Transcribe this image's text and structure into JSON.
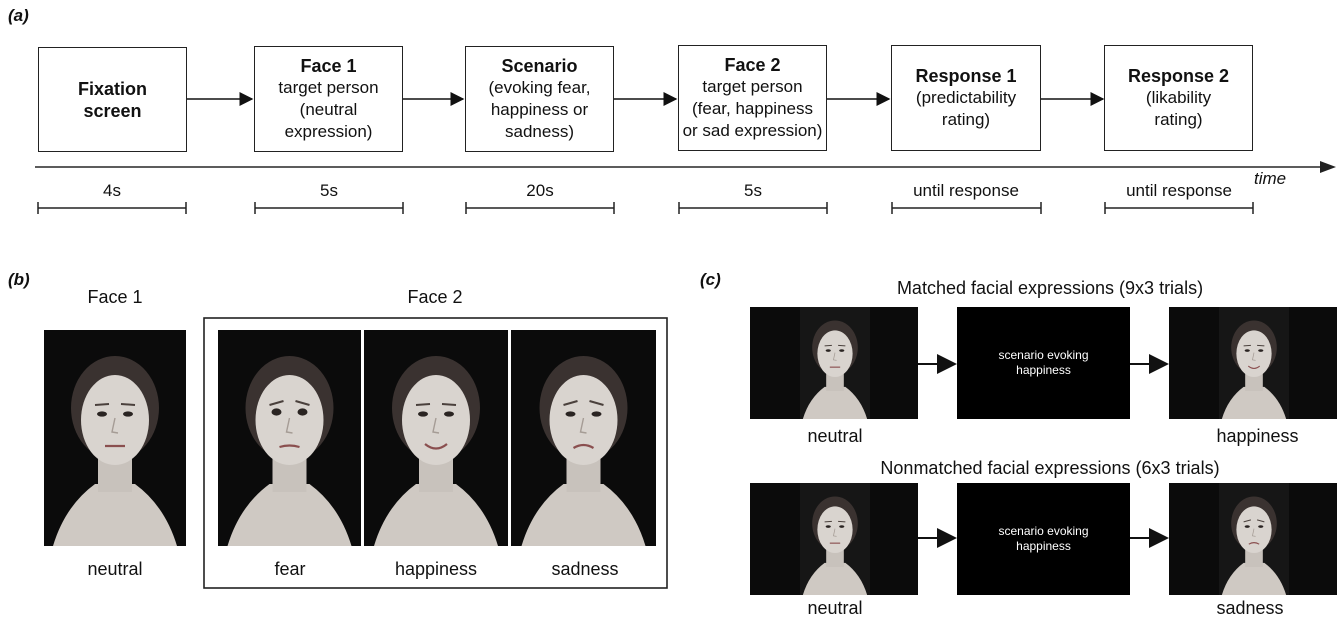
{
  "panel_a": {
    "label": "(a)",
    "steps": [
      {
        "title": "Fixation\nscreen",
        "desc": "",
        "duration": "4s"
      },
      {
        "title": "Face 1",
        "desc": "target person\n(neutral\nexpression)",
        "duration": "5s"
      },
      {
        "title": "Scenario",
        "desc": "(evoking fear,\nhappiness or\nsadness)",
        "duration": "20s"
      },
      {
        "title": "Face 2",
        "desc": "target person\n(fear, happiness\nor sad expression)",
        "duration": "5s"
      },
      {
        "title": "Response 1",
        "desc": "(predictability\nrating)",
        "duration": "until response"
      },
      {
        "title": "Response 2",
        "desc": "(likability\nrating)",
        "duration": "until response"
      }
    ],
    "time_label": "time"
  },
  "panel_b": {
    "label": "(b)",
    "face1_heading": "Face 1",
    "face2_heading": "Face 2",
    "face1_caption": "neutral",
    "face2_captions": [
      "fear",
      "happiness",
      "sadness"
    ]
  },
  "panel_c": {
    "label": "(c)",
    "matched_title": "Matched facial expressions (9x3 trials)",
    "nonmatched_title": "Nonmatched facial expressions (6x3 trials)",
    "matched": {
      "start_caption": "neutral",
      "scenario_text": "scenario evoking\nhappiness",
      "end_caption": "happiness"
    },
    "nonmatched": {
      "start_caption": "neutral",
      "scenario_text": "scenario evoking\nhappiness",
      "end_caption": "sadness"
    }
  },
  "colors": {
    "background": "#ffffff",
    "line": "#222222",
    "photo_bg": "#0b0b0b",
    "skin": "#d9d4cf",
    "hair": "#3a3230"
  }
}
